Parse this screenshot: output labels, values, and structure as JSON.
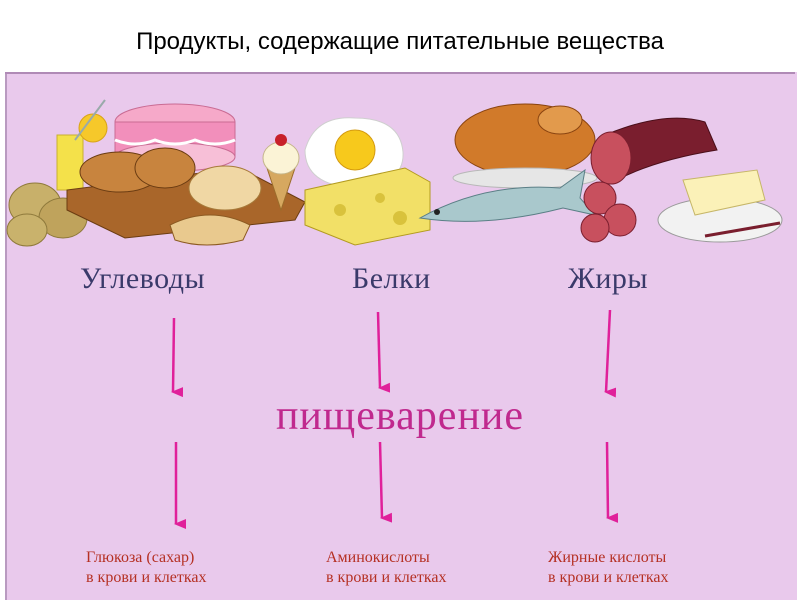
{
  "title": "Продукты, содержащие питательные вещества",
  "categories": {
    "carbs": "Углеводы",
    "proteins": "Белки",
    "fats": "Жиры"
  },
  "process": "пищеварение",
  "results": {
    "carbs": {
      "line1": "Глюкоза (сахар)",
      "line2": "в крови и клетках"
    },
    "proteins": {
      "line1": "Аминокислоты",
      "line2": "в крови и клетках"
    },
    "fats": {
      "line1": "Жирные кислоты",
      "line2": "в крови и клетках"
    }
  },
  "colors": {
    "panel": "#e9c9ec",
    "category_text": "#3a3a6a",
    "process_text": "#c0298e",
    "result_text": "#b53023",
    "arrow": "#e0209a"
  },
  "food_icons": [
    "potato-icon",
    "lemonade-icon",
    "cake-icon",
    "bread-icon",
    "ice-cream-icon",
    "fried-egg-icon",
    "cheese-icon",
    "roast-chicken-icon",
    "fish-icon",
    "sausage-icon",
    "butter-icon"
  ]
}
